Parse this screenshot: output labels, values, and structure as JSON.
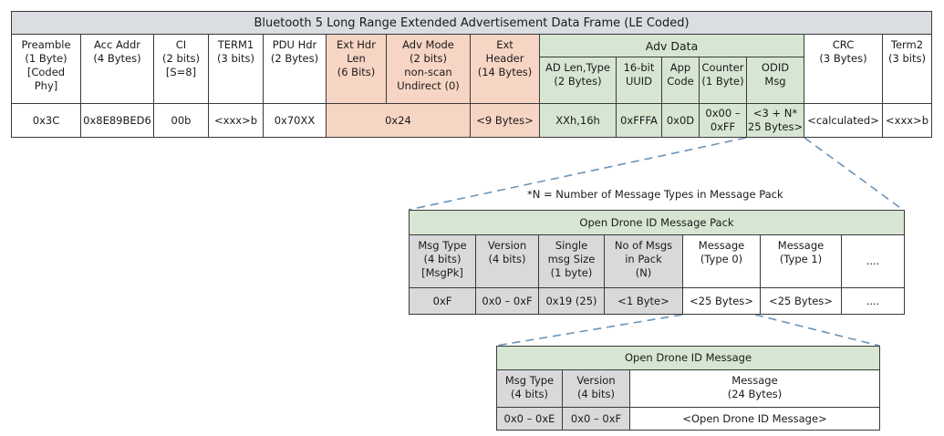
{
  "frame": {
    "title": "Bluetooth 5 Long Range Extended Advertisement Data Frame (LE Coded)",
    "headers": {
      "preamble": "Preamble\n(1 Byte)\n[Coded\nPhy]",
      "acc_addr": "Acc Addr\n(4 Bytes)",
      "ci": "CI\n(2 bits)\n[S=8]",
      "term1": "TERM1\n(3 bits)",
      "pdu_hdr": "PDU Hdr\n(2 Bytes)",
      "ext_hdr_len": "Ext Hdr\nLen\n(6 Bits)",
      "adv_mode": "Adv Mode\n(2 bits)\nnon-scan\nUndirect (0)",
      "ext_header": "Ext\nHeader\n(14 Bytes)",
      "adv_data": "Adv Data",
      "ad_len_type": "AD Len,Type\n(2 Bytes)",
      "uuid": "16-bit\nUUID",
      "app_code": "App\nCode",
      "counter": "Counter\n(1 Byte)",
      "odid_msg": "ODID\nMsg",
      "crc": "CRC\n(3 Bytes)",
      "term2": "Term2\n(3 bits)"
    },
    "values": {
      "preamble": "0x3C",
      "acc_addr": "0x8E89BED6",
      "ci": "00b",
      "term1": "<xxx>b",
      "pdu_hdr": "0x70XX",
      "ext_hdr_adv": "0x24",
      "ext_header": "<9 Bytes>",
      "ad_len_type": "XXh,16h",
      "uuid": "0xFFFA",
      "app_code": "0x0D",
      "counter": "0x00 –\n0xFF",
      "odid_msg": "<3 + N*\n25 Bytes>",
      "crc": "<calculated>",
      "term2": "<xxx>b"
    }
  },
  "footnote": "*N = Number of Message Types in Message Pack",
  "pack": {
    "title": "Open Drone ID Message Pack",
    "headers": {
      "msg_type": "Msg Type\n(4 bits)\n[MsgPk]",
      "version": "Version\n(4 bits)",
      "single_size": "Single\nmsg Size\n(1 byte)",
      "no_msgs": "No of Msgs\nin Pack\n(N)",
      "message0": "Message\n(Type 0)",
      "message1": "Message\n(Type 1)",
      "more": "...."
    },
    "values": {
      "msg_type": "0xF",
      "version": "0x0 – 0xF",
      "single_size": "0x19 (25)",
      "no_msgs": "<1 Byte>",
      "message0": "<25 Bytes>",
      "message1": "<25 Bytes>",
      "more": "...."
    }
  },
  "message": {
    "title": "Open Drone ID Message",
    "headers": {
      "msg_type": "Msg Type\n(4 bits)",
      "version": "Version\n(4 bits)",
      "message": "Message\n(24 Bytes)"
    },
    "values": {
      "msg_type": "0x0 – 0xE",
      "version": "0x0 – 0xF",
      "message": "<Open Drone ID Message>"
    }
  }
}
